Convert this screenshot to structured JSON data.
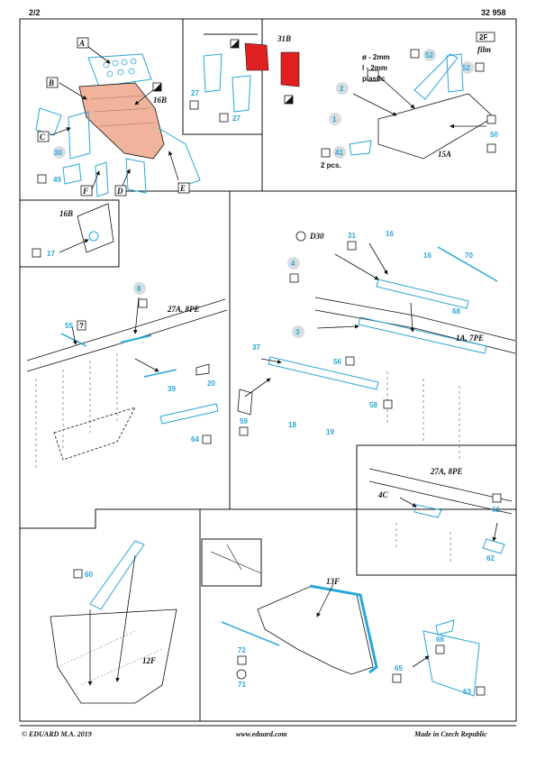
{
  "header": {
    "page": "2/2",
    "code": "32 958"
  },
  "footer": {
    "left": "© EDUARD  M.A. 2019",
    "center": "www.eduard.com",
    "right": "Made in Czech Republic"
  },
  "colors": {
    "part": "#2aa6d6",
    "tint": "#f0b49c",
    "red": "#e02020"
  },
  "section1": {
    "views": [
      "A",
      "B",
      "C",
      "D",
      "E",
      "F"
    ],
    "callouts": [
      "16B"
    ],
    "parts": [
      "30",
      "49"
    ]
  },
  "section2": {
    "callouts": [
      "31B"
    ],
    "parts": [
      "27",
      "27"
    ]
  },
  "section3": {
    "note": [
      "ø - 2mm",
      "l - 2mm",
      "plastic"
    ],
    "film": "film",
    "film_code": "2F",
    "parts": [
      "52",
      "52",
      "2",
      "1",
      "41",
      "50"
    ],
    "qty": "2 pcs.",
    "callouts": [
      "15A"
    ]
  },
  "section4": {
    "callouts": [
      "16B"
    ],
    "parts": [
      "17"
    ]
  },
  "section5": {
    "parts": [
      "8",
      "55",
      "39",
      "20",
      "64"
    ],
    "help": "?",
    "callouts": [
      "27A, 8PE"
    ]
  },
  "section6": {
    "callouts": [
      "D30",
      "1A, 7PE"
    ],
    "parts": [
      "4",
      "31",
      "16",
      "16",
      "70",
      "68",
      "3",
      "37",
      "56",
      "58",
      "59",
      "18",
      "19"
    ]
  },
  "section7": {
    "callouts": [
      "27A, 8PE",
      "4C"
    ],
    "parts": [
      "61",
      "62"
    ]
  },
  "section8": {
    "parts": [
      "60"
    ],
    "callouts": [
      "12F"
    ]
  },
  "section9": {
    "parts": [
      "72",
      "71",
      "66",
      "65",
      "63"
    ],
    "callouts": [
      "13F"
    ]
  }
}
